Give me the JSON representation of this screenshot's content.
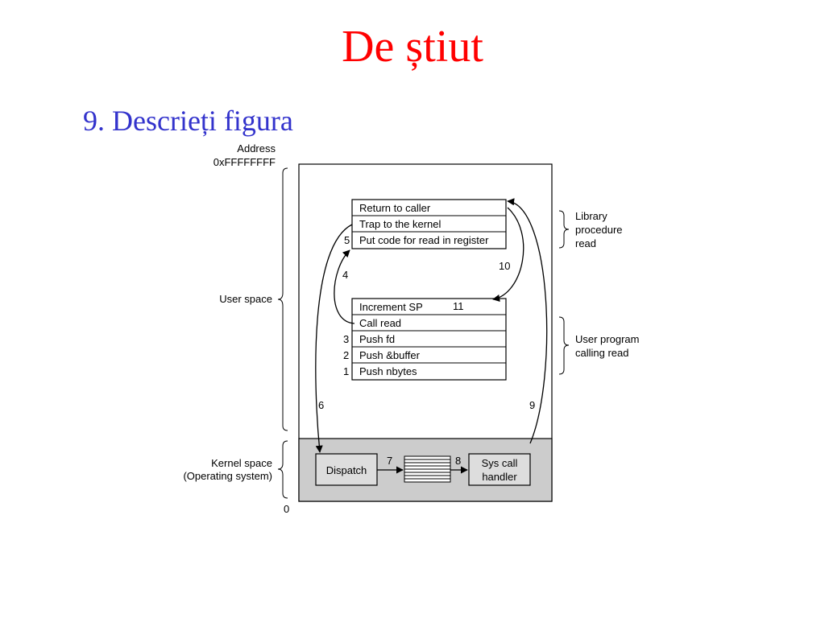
{
  "slide": {
    "title": "De știut",
    "subtitle": "9. Descrieți figura"
  },
  "diagram": {
    "address_label": "Address",
    "top_address": "0xFFFFFFFF",
    "bottom_address": "0",
    "user_space_label": "User space",
    "kernel_space_label_1": "Kernel space",
    "kernel_space_label_2": "(Operating system)",
    "library_block": [
      "Return to caller",
      "Trap to the kernel",
      "Put code for read in register"
    ],
    "library_label": [
      "Library",
      "procedure",
      "read"
    ],
    "program_block": [
      "Increment SP",
      "Call read",
      "Push fd",
      "Push &buffer",
      "Push nbytes"
    ],
    "program_label": [
      "User program",
      "calling read"
    ],
    "dispatch_label": "Dispatch",
    "handler_label": [
      "Sys call",
      "handler"
    ],
    "step_numbers": {
      "s1": "1",
      "s2": "2",
      "s3": "3",
      "s4": "4",
      "s5": "5",
      "s6": "6",
      "s7": "7",
      "s8": "8",
      "s9": "9",
      "s10": "10",
      "s11": "11"
    }
  },
  "colors": {
    "title": "#ff0000",
    "subtitle": "#3333cc",
    "kernel_fill": "#cccccc",
    "dispatch_fill": "#dddddd"
  }
}
